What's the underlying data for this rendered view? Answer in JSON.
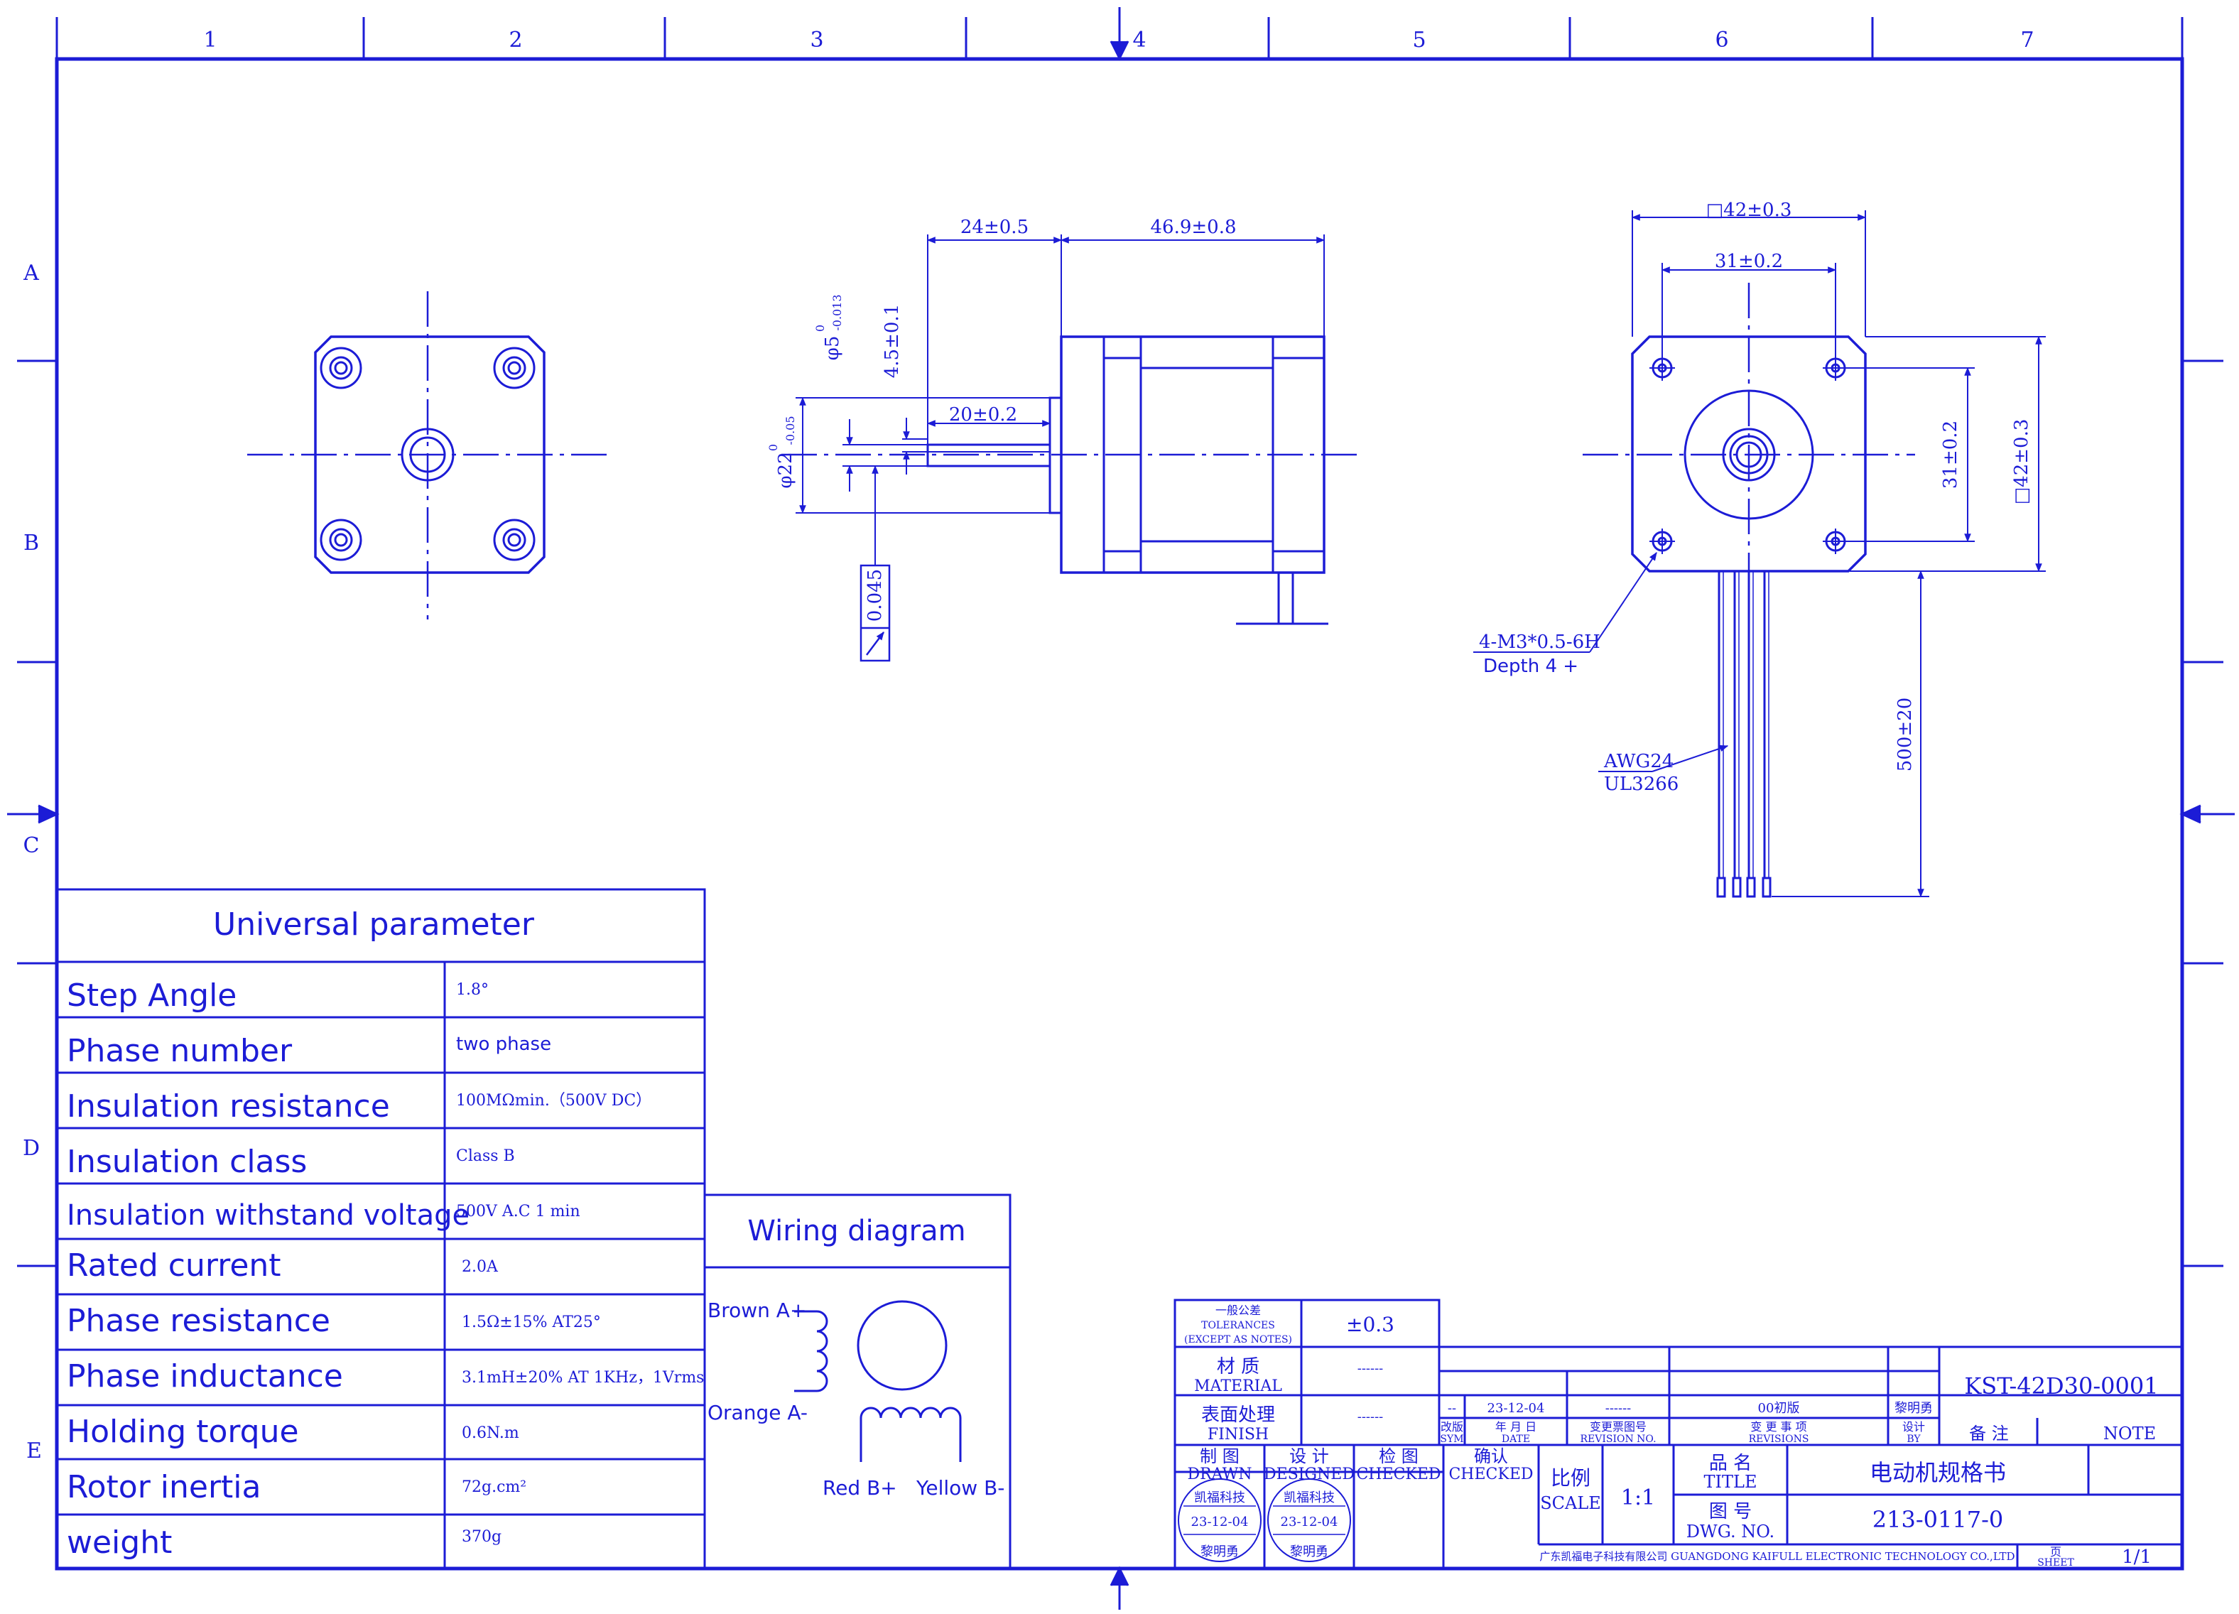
{
  "colors": {
    "line": "#1c1cd6",
    "paper": "#ffffff"
  },
  "border": {
    "columns": [
      "1",
      "2",
      "3",
      "4",
      "5",
      "6",
      "7"
    ],
    "rows": [
      "A",
      "B",
      "C",
      "D",
      "E"
    ]
  },
  "front_view": {
    "dim_width": "24±0.5",
    "dim_length": "46.9±0.8",
    "dim_shaft_len": "20±0.2",
    "dim_flat": "4.5±0.1",
    "shaft_dia": "φ5",
    "shaft_dia_tol_upper": "0",
    "shaft_dia_tol_lower": "-0.013",
    "boss_dia": "φ22",
    "boss_dia_tol_upper": "0",
    "boss_dia_tol_lower": "-0.05",
    "runout_value": "0.045"
  },
  "right_view": {
    "dim_outer": "□42±0.3",
    "dim_hole_spacing": "31±0.2",
    "dim_outer_v": "□42±0.3",
    "dim_hole_spacing_v": "31±0.2",
    "dim_lead": "500±20",
    "thread_note": "4-M3*0.5-6H",
    "depth_note": "Depth 4 +",
    "wire_gauge": "AWG24",
    "wire_spec": "UL3266"
  },
  "params": {
    "title": "Universal parameter",
    "rows": [
      {
        "label": "Step Angle",
        "value": "1.8°"
      },
      {
        "label": "Phase number",
        "value": "two phase"
      },
      {
        "label": "Insulation resistance",
        "value": "100MΩmin.（500V DC）"
      },
      {
        "label": "Insulation class",
        "value": "Class B"
      },
      {
        "label": "Insulation withstand voltage",
        "value": "500V A.C 1 min"
      },
      {
        "label": "Rated current",
        "value": "2.0A"
      },
      {
        "label": "Phase resistance",
        "value": "1.5Ω±15%  AT25°"
      },
      {
        "label": "Phase inductance",
        "value": "3.1mH±20%  AT 1KHz，1Vrms"
      },
      {
        "label": "Holding torque",
        "value": "0.6N.m"
      },
      {
        "label": "Rotor inertia",
        "value": "72g.cm²"
      },
      {
        "label": "weight",
        "value": "370g"
      }
    ]
  },
  "wiring": {
    "title": "Wiring diagram",
    "brown": "Brown A+",
    "orange": "Orange A-",
    "red": "Red B+",
    "yellow": "Yellow B-"
  },
  "title_block": {
    "tol_cn": "一般公差",
    "tol_en": "TOLERANCES",
    "tol_en2": "(EXCEPT AS NOTES)",
    "tol_value": "±0.3",
    "material_cn": "材 质",
    "material_en": "MATERIAL",
    "material_value": "------",
    "finish_cn": "表面处理",
    "finish_en": "FINISH",
    "finish_value": "------",
    "rev_sym": "--",
    "rev_date": "23-12-04",
    "rev_no": "------",
    "rev_desc": "00初版",
    "rev_by": "黎明勇",
    "h_sym_cn": "改版",
    "h_sym_en": "SYM",
    "h_date_cn": "年 月 日",
    "h_date_en": "DATE",
    "h_revno_cn": "变更票图号",
    "h_revno_en": "REVISION NO.",
    "h_revs_cn": "变 更 事 项",
    "h_revs_en": "REVISIONS",
    "h_by_cn": "设计",
    "h_by_en": "BY",
    "h_note_cn": "备  注",
    "h_note_en": "NOTE",
    "part_no": "KST-42D30-0001",
    "drawn_cn": "制 图",
    "drawn_en": "DRAWN",
    "designed_cn": "设 计",
    "designed_en": "DESIGNED",
    "checked_cn": "检 图",
    "checked_en": "CHECKED",
    "confirm_cn": "确认",
    "confirm_en": "CHECKED",
    "stamp_company": "凯福科技",
    "stamp_date": "23-12-04",
    "stamp_person": "黎明勇",
    "scale_cn": "比例",
    "scale_en": "SCALE",
    "scale_value": "1:1",
    "title_cn": "品 名",
    "title_en": "TITLE",
    "title_value": "电动机规格书",
    "dwg_cn": "图 号",
    "dwg_en": "DWG. NO.",
    "dwg_value": "213-0117-0",
    "company": "广东凯福电子科技有限公司 GUANGDONG KAIFULL ELECTRONIC TECHNOLOGY CO.,LTD",
    "sheet_cn": "页",
    "sheet_en": "SHEET",
    "sheet_value": "1/1"
  }
}
